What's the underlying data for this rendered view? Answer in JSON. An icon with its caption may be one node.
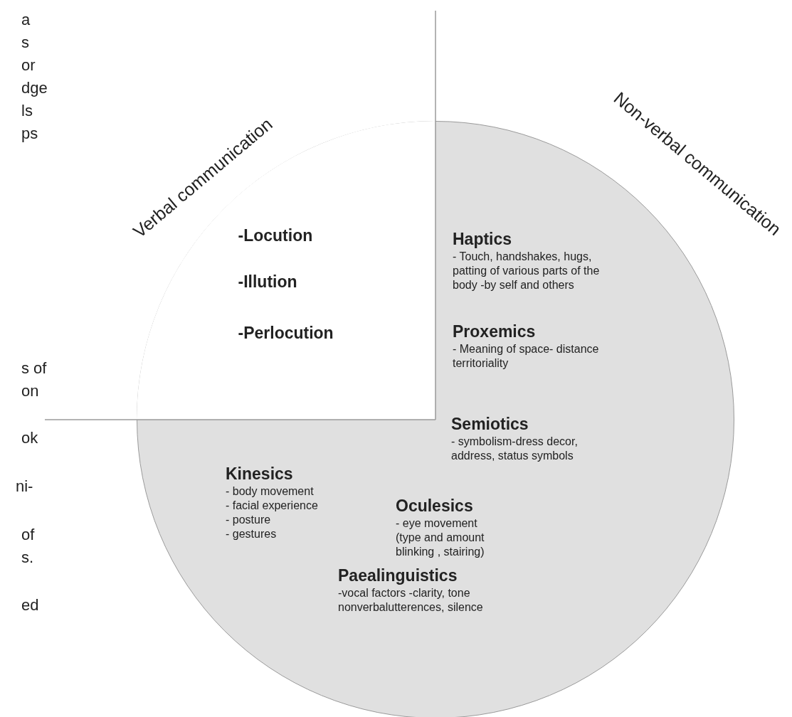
{
  "diagram": {
    "nodes": [
      {
        "text": [
          "Haptics",
          "- Touch, handshakes, hugs, patting of various parts of the body -by self and others",
          "Proxemics",
          "- Meaning of space- distance territoriality",
          "Semiotics",
          "- symbolism-dress decor, address, status symbols",
          "Kinesics",
          "- body movement",
          "- facial experience",
          "- posture",
          "- gestures",
          "Oculesics",
          "- eye movement (type and amount blinking , stairing)",
          "Paealinguistics",
          "-vocal factors -clarity, tone nonverbalutterences, silence"
        ],
        "beside": [
          "Non-verbal communication"
        ]
      },
      {
        "text": [
          "Verbal communication",
          "-Locution",
          "-Illution",
          "-Perlocution"
        ],
        "in": 0
      }
    ],
    "labels": [
      "a",
      "s",
      "or",
      "dge",
      "ls",
      "ps",
      "s of",
      "on",
      "ok",
      "ni-",
      "of",
      "s.",
      "ed"
    ]
  }
}
